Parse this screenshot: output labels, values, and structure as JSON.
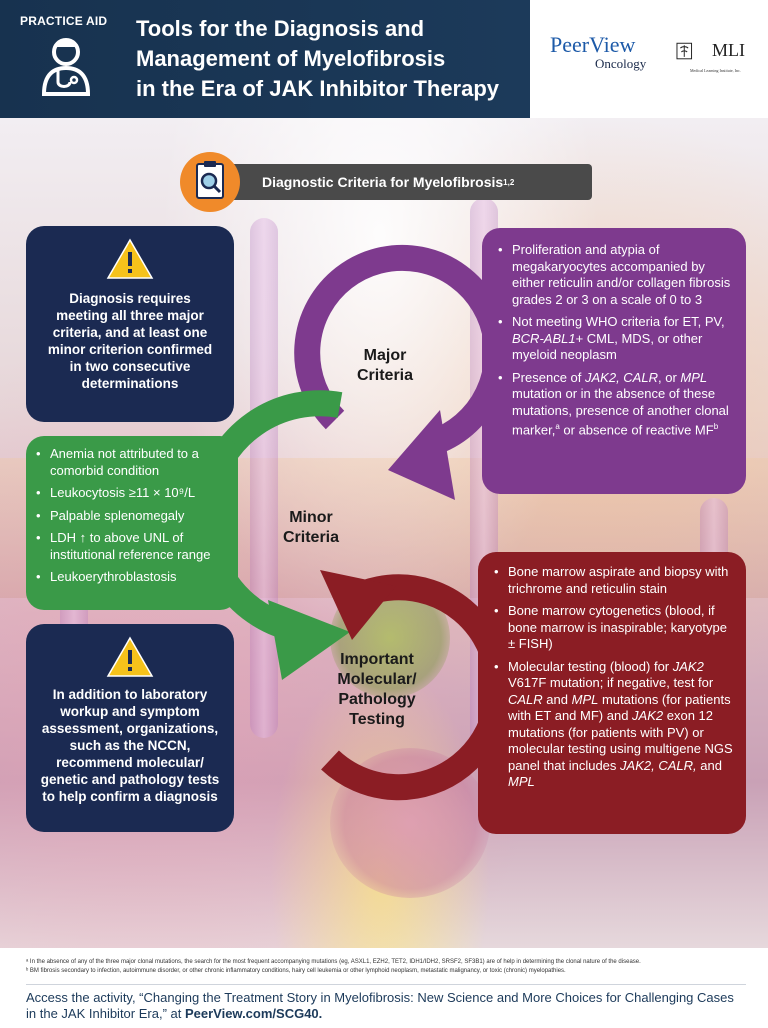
{
  "header": {
    "badge": "PRACTICE AID",
    "title_line1": "Tools for the Diagnosis and",
    "title_line2": "Management of Myelofibrosis",
    "title_line3": "in the Era of JAK Inhibitor Therapy",
    "logo1_main": "PeerView",
    "logo1_sub": "Oncology",
    "logo2_main": "MLI",
    "logo2_sub": "Medical Learning Institute, Inc."
  },
  "banner": {
    "text": "Diagnostic Criteria for Myelofibrosis",
    "sup": "1,2"
  },
  "cycle": {
    "major": [
      "Major",
      "Criteria"
    ],
    "minor": [
      "Minor",
      "Criteria"
    ],
    "testing": [
      "Important",
      "Molecular/",
      "Pathology",
      "Testing"
    ]
  },
  "left_top_box": {
    "text": "Diagnosis requires meeting all three major criteria, and at least one minor criterion confirmed in two consecutive determinations"
  },
  "left_bottom_box": {
    "text": "In addition to laboratory workup and symptom assessment, organizations, such as the NCCN, recommend molecular/ genetic and pathology tests to help confirm a diagnosis"
  },
  "minor_criteria": {
    "items": [
      "Anemia not attributed to a comorbid condition",
      "Leukocytosis ≥11 × 10⁹/L",
      "Palpable splenomegaly",
      "LDH ↑ to above UNL of institutional reference range",
      "Leukoerythroblastosis"
    ]
  },
  "major_criteria": {
    "item1": "Proliferation and atypia of megakaryocytes accompanied by either reticulin and/or collagen fibrosis grades 2 or 3 on a scale of 0 to 3",
    "item2_a": "Not meeting WHO criteria for ET, PV, ",
    "item2_b": "BCR-ABL1",
    "item2_c": "+ CML, MDS, or other myeloid neoplasm",
    "item3_a": "Presence of ",
    "item3_b": "JAK2, CALR",
    "item3_c": ", or ",
    "item3_d": "MPL",
    "item3_e": " mutation or in the absence of these mutations, presence of another clonal marker,",
    "item3_sup_a": "a",
    "item3_f": " or absence of reactive MF",
    "item3_sup_b": "b"
  },
  "testing": {
    "item1": "Bone marrow aspirate and biopsy with trichrome and reticulin stain",
    "item2": "Bone marrow cytogenetics (blood, if bone marrow is inaspirable; karyotype ± FISH)",
    "item3_a": "Molecular testing (blood) for ",
    "item3_b": "JAK2",
    "item3_c": " V617F mutation; if negative, test for ",
    "item3_d": "CALR",
    "item3_e": " and ",
    "item3_f": "MPL",
    "item3_g": " mutations (for patients with ET and MF) and ",
    "item3_h": "JAK2",
    "item3_i": " exon 12 mutations (for patients with PV) or molecular testing using multigene NGS panel that includes ",
    "item3_j": "JAK2, CALR,",
    "item3_k": " and ",
    "item3_l": "MPL"
  },
  "footnotes": {
    "a": "ᵃ In the absence of any of the three major clonal mutations, the search for the most frequent accompanying mutations (eg, ASXL1, EZH2, TET2, IDH1/IDH2, SRSF2, SF3B1) are of help in determining the clonal nature of the disease.",
    "b": "ᵇ BM fibrosis secondary to infection, autoimmune disorder, or other chronic inflammatory conditions, hairy cell leukemia or other lymphoid neoplasm, metastatic malignancy, or toxic (chronic) myelopathies."
  },
  "access": {
    "text": "Access the activity, “Changing the Treatment Story in Myelofibrosis: New Science and More Choices for Challenging Cases in the JAK Inhibitor Era,” at ",
    "link": "PeerView.com/SCG40."
  },
  "colors": {
    "navy": "#1b2a52",
    "green": "#3a9a48",
    "purple": "#7e3a8e",
    "red": "#8b1d24",
    "orange": "#f08a2a"
  }
}
